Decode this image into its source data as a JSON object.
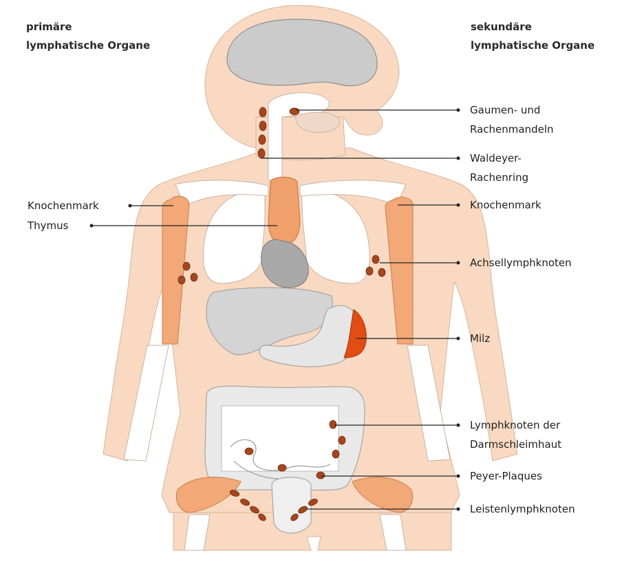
{
  "headers": {
    "primary": [
      "primäre",
      "lymphatische Organe"
    ],
    "secondary": [
      "sekundäre",
      "lymphatische Organe"
    ]
  },
  "left_labels": {
    "bone_marrow": "Knochenmark",
    "thymus": "Thymus"
  },
  "right_labels": {
    "tonsils": [
      "Gaumen- und",
      "Rachenmandeln"
    ],
    "waldeyer": [
      "Waldeyer-",
      "Rachenring"
    ],
    "bone_marrow": "Knochenmark",
    "axillary_nodes": "Achsellymphknoten",
    "spleen": "Milz",
    "mesenteric_nodes": [
      "Lymphknoten der",
      "Darmschleimhaut"
    ],
    "peyer": "Peyer-Plaques",
    "inguinal_nodes": "Leistenlymphknoten"
  },
  "colors": {
    "skin": "#f9d9c2",
    "bone": "#f2a877",
    "organ_gray": "#d4d4d4",
    "heart_gray": "#a9a9a9",
    "brain_gray": "#cbcbcb",
    "lung_white": "#ffffff",
    "thymus_orange": "#f0a06a",
    "spleen_orange": "#e24d14",
    "lymph_node": "#a5471e"
  }
}
